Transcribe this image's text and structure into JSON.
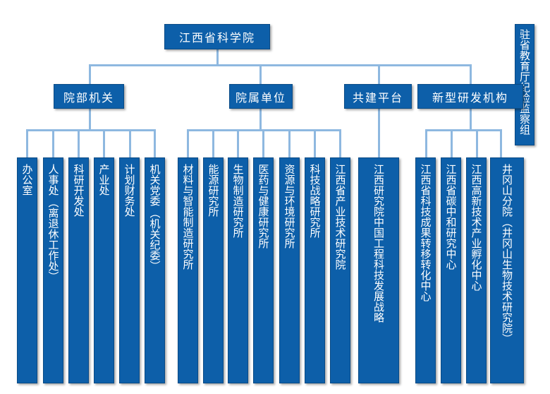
{
  "root": "江西省科学院",
  "side_box": "驻省教育厅纪检监察组",
  "groups": [
    {
      "label": "院部机关",
      "units": [
        [
          "办公室"
        ],
        [
          "人事处",
          "（离退休工作处）"
        ],
        [
          "科研开发处"
        ],
        [
          "产业处"
        ],
        [
          "计划财务处"
        ],
        [
          "机关党委",
          "（机关纪委）"
        ]
      ]
    },
    {
      "label": "院属单位",
      "units": [
        [
          "材料与智能制造研究所"
        ],
        [
          "能源研究所"
        ],
        [
          "生物制造研究所"
        ],
        [
          "医药与健康研究所"
        ],
        [
          "资源与环境研究所"
        ],
        [
          "科技战略研究所"
        ],
        [
          "江西省产业技术研究院"
        ]
      ]
    },
    {
      "label": "共建平台",
      "units": [
        [
          "江西研究院",
          "中国工程科技发展战略"
        ]
      ]
    },
    {
      "label": "新型研发机构",
      "units": [
        [
          "江西省科技成果转移转化中心"
        ],
        [
          "江西省碳中和研究中心"
        ],
        [
          "江西高新技术产业孵化中心"
        ],
        [
          "井冈山分院",
          "（井冈山生物技术研究院）"
        ]
      ]
    }
  ]
}
